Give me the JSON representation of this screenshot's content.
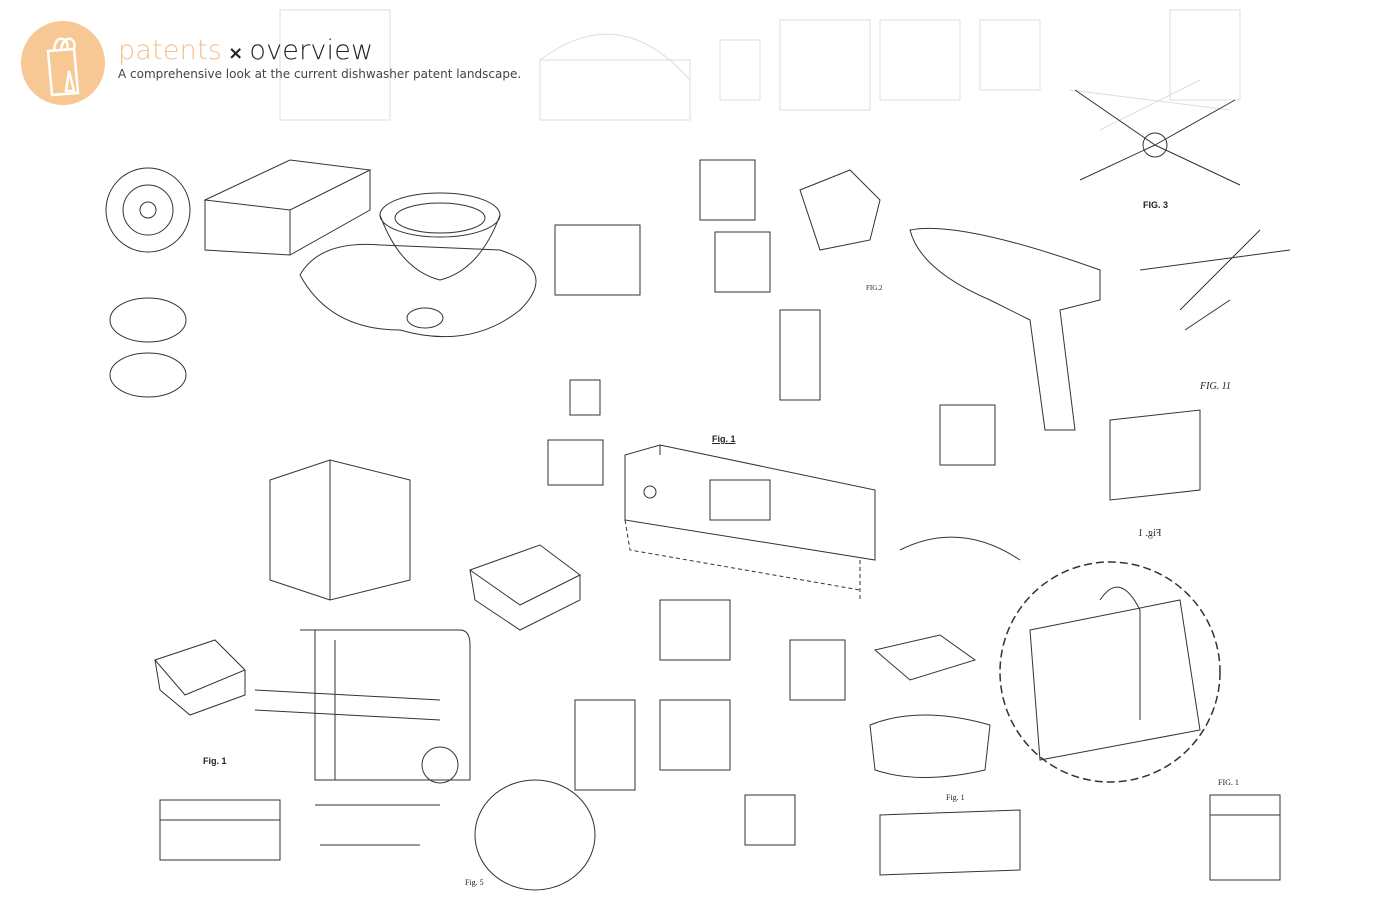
{
  "header": {
    "brand_word": "patents",
    "separator": "×",
    "section_word": "overview",
    "subtitle": "A comprehensive look at the current dishwasher patent landscape.",
    "logo_icon": "shopping-bag-icon"
  },
  "figure_labels": {
    "fig1_panel": "Fig. 1",
    "fig3": "FIG. 3",
    "fig11": "FIG. 11",
    "fig1_left": "Fig. 1",
    "fig1_right": "FIG. 1",
    "fig1_bottom": "Fig. 1",
    "fig5": "Fig. 5",
    "fig2": "FIG.2",
    "fig_mirrored": "Fig. 1"
  },
  "colors": {
    "accent": "#f8c894",
    "ink": "#222222",
    "faint_ink": "#d8d8d8"
  }
}
